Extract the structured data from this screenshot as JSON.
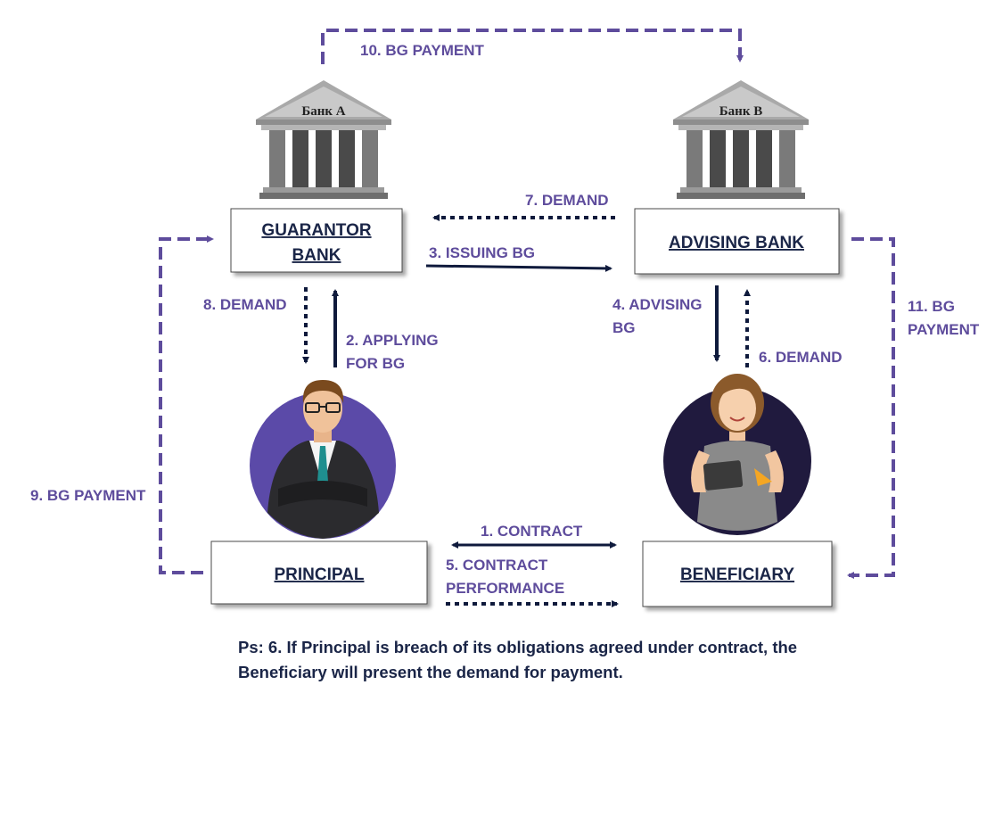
{
  "banks": {
    "bank_a_sign": "Банк А",
    "bank_b_sign": "Банк В"
  },
  "boxes": {
    "guarantor_bank": [
      "GUARANTOR",
      "BANK"
    ],
    "advising_bank": "ADVISING BANK",
    "principal": "PRINCIPAL",
    "beneficiary": "BENEFICIARY"
  },
  "steps": {
    "s1": "1. CONTRACT",
    "s2": [
      "2. APPLYING",
      "FOR BG"
    ],
    "s3": "3. ISSUING BG",
    "s4": [
      "4. ADVISING",
      "BG"
    ],
    "s5": [
      "5. CONTRACT",
      "PERFORMANCE"
    ],
    "s6": "6. DEMAND",
    "s7": "7. DEMAND",
    "s8": "8. DEMAND",
    "s9": "9. BG PAYMENT",
    "s10": "10. BG PAYMENT",
    "s11": [
      "11. BG",
      "PAYMENT"
    ]
  },
  "note": "Ps: 6. If Principal is breach of its obligations agreed under contract, the Beneficiary will present the demand for payment.",
  "colors": {
    "purple": "#5e4c9c",
    "navy": "#0f1a3c",
    "principal_circle": "#5b4aa8",
    "beneficiary_circle": "#201a3e"
  }
}
